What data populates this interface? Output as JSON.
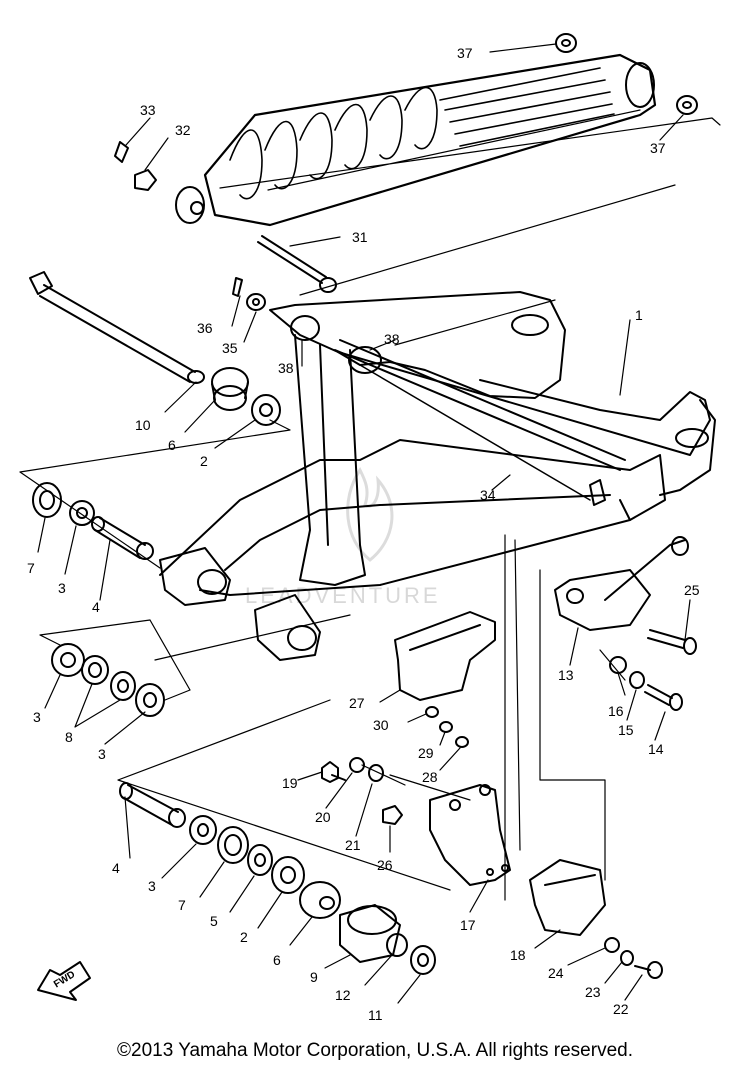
{
  "labels": {
    "p1": "1",
    "p2a": "2",
    "p2b": "2",
    "p3a": "3",
    "p3b": "3",
    "p3c": "3",
    "p3d": "3",
    "p4a": "4",
    "p4b": "4",
    "p5": "5",
    "p6a": "6",
    "p6b": "6",
    "p7a": "7",
    "p7b": "7",
    "p8": "8",
    "p9": "9",
    "p10": "10",
    "p11": "11",
    "p12": "12",
    "p13": "13",
    "p14": "14",
    "p15": "15",
    "p16": "16",
    "p17": "17",
    "p18": "18",
    "p19": "19",
    "p20": "20",
    "p21": "21",
    "p22": "22",
    "p23": "23",
    "p24": "24",
    "p25": "25",
    "p26": "26",
    "p27": "27",
    "p28": "28",
    "p29": "29",
    "p30": "30",
    "p31": "31",
    "p32": "32",
    "p33": "33",
    "p34": "34",
    "p35": "35",
    "p36": "36",
    "p37a": "37",
    "p37b": "37",
    "p38a": "38",
    "p38b": "38"
  },
  "fwd_label": "FWD",
  "watermark": "LEADVENTURE",
  "copyright": "©2013 Yamaha Motor Corporation, U.S.A. All rights reserved.",
  "colors": {
    "line": "#000000",
    "watermark": "#d8d8d8"
  }
}
